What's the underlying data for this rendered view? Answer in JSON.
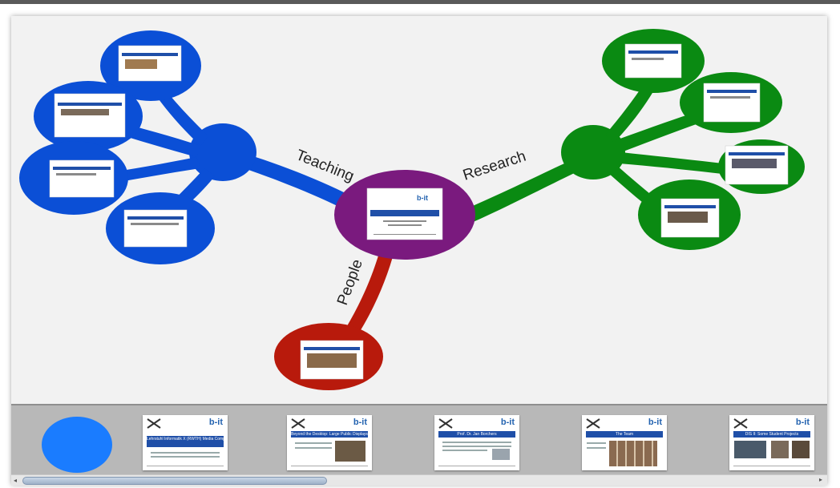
{
  "colors": {
    "teaching_branch": "#0b4fd6",
    "research_branch": "#0a8a12",
    "people_branch": "#b81a0c",
    "center_node": "#7a1a7e",
    "selection_circle": "#1a7cff"
  },
  "mindmap": {
    "branches": {
      "teaching": "Teaching",
      "research": "Research",
      "people": "People"
    },
    "center_slide": {
      "bit": "b-it"
    }
  },
  "slide_strip": {
    "bit": "b-it",
    "thumbnails": [
      {
        "title": "Lehrstuhl Informatik X (RWTH) Media Computing Group",
        "style": "title"
      },
      {
        "title": "Beyond the Desktop: Large Public Displays",
        "style": "header"
      },
      {
        "title": "Prof. Dr. Jan Borchers",
        "style": "header"
      },
      {
        "title": "The Team",
        "style": "header"
      },
      {
        "title": "DIS II: Some Student Projects",
        "style": "header"
      }
    ]
  },
  "scroll": {
    "left_arrow": "◂",
    "right_arrow": "▸"
  }
}
